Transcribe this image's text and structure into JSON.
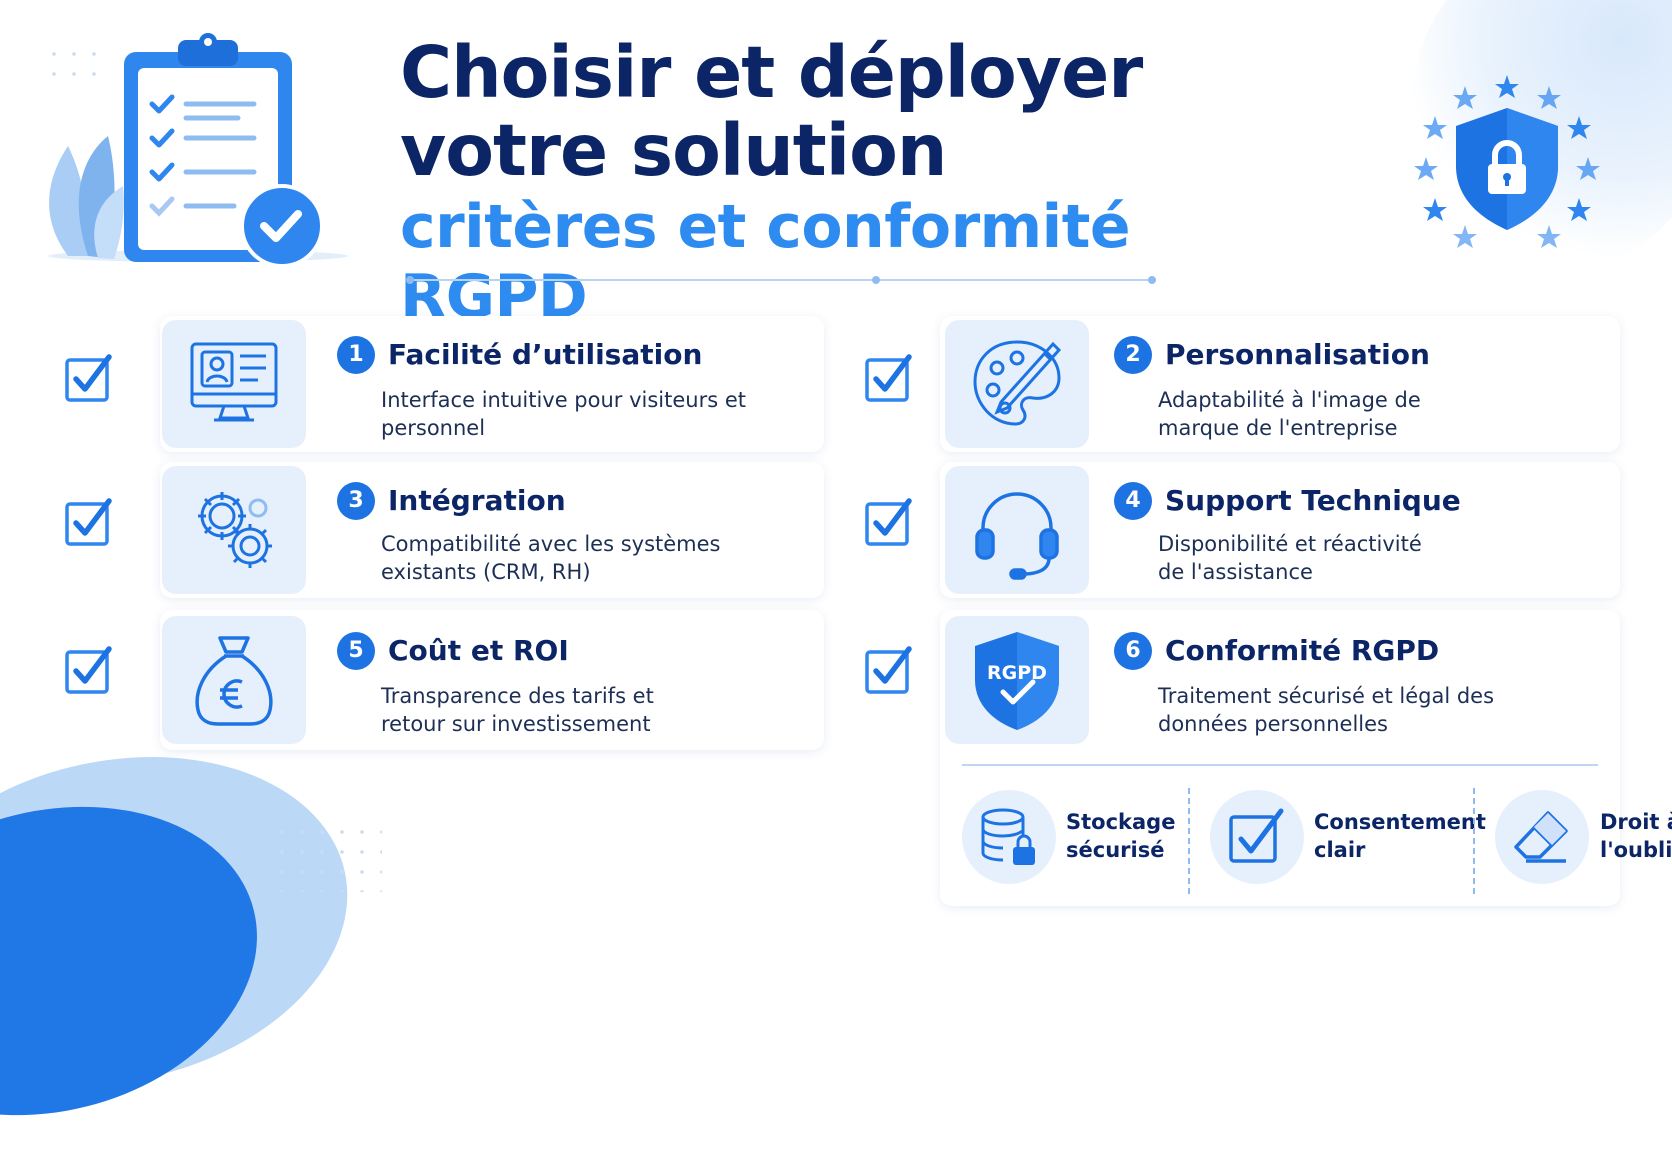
{
  "title": {
    "line1": "Choisir et déployer",
    "line2": "votre solution",
    "subtitle": "critères et conformité RGPD"
  },
  "colors": {
    "navy": "#0b2566",
    "accent": "#2e8bef",
    "badge": "#1e73e3",
    "tile": "#e6f0fc"
  },
  "criteria": [
    {
      "number": "1",
      "title": "Facilité d’utilisation",
      "description": "Interface intuitive pour visiteurs et personnel",
      "icon": "monitor-profile-icon",
      "checked": true
    },
    {
      "number": "2",
      "title": "Personnalisation",
      "description": "Adaptabilité à l'image de marque de l'entreprise",
      "icon": "palette-brush-icon",
      "checked": true
    },
    {
      "number": "3",
      "title": "Intégration",
      "description": "Compatibilité avec les systèmes existants (CRM, RH)",
      "icon": "gears-icon",
      "checked": true
    },
    {
      "number": "4",
      "title": "Support Technique",
      "description": "Disponibilité et réactivité de l'assistance",
      "icon": "headset-icon",
      "checked": true
    },
    {
      "number": "5",
      "title": "Coût et ROI",
      "description": "Transparence des tarifs et retour sur investissement",
      "icon": "euro-moneybag-icon",
      "checked": true
    },
    {
      "number": "6",
      "title": "Conformité RGPD",
      "description": "Traitement sécurisé et légal des données personnelles",
      "icon": "rgpd-shield-icon",
      "shield_label": "RGPD",
      "checked": true
    }
  ],
  "rgpd_features": [
    {
      "label": "Stockage sécurisé",
      "icon": "database-lock-icon"
    },
    {
      "label": "Consentement clair",
      "icon": "checkbox-icon"
    },
    {
      "label": "Droit à l'oubli",
      "icon": "eraser-icon"
    }
  ]
}
